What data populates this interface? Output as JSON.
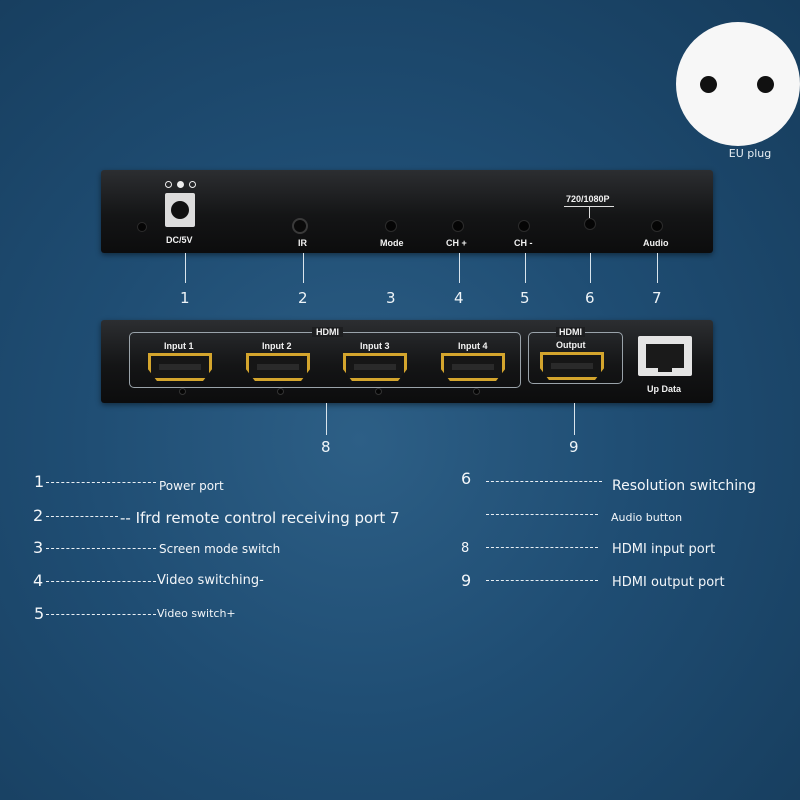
{
  "plug": {
    "label": "EU plug"
  },
  "front_panel": {
    "labels": {
      "dc": "DC/5V",
      "ir": "IR",
      "mode": "Mode",
      "ch_plus": "CH +",
      "ch_minus": "CH -",
      "resolution": "720/1080P",
      "audio": "Audio"
    },
    "numbers": [
      "1",
      "2",
      "3",
      "4",
      "5",
      "6",
      "7"
    ]
  },
  "rear_panel": {
    "hdmi_group_label": "HDMI",
    "inputs": [
      "Input 1",
      "Input 2",
      "Input 3",
      "Input 4"
    ],
    "output_group_label": "HDMI",
    "output_label": "Output",
    "updata_label": "Up Data",
    "numbers": [
      "8",
      "9"
    ]
  },
  "legend_left": [
    {
      "num": "1",
      "text": "Power port"
    },
    {
      "num": "2",
      "text": "-- Ifrd remote control receiving port 7"
    },
    {
      "num": "3",
      "text": "Screen mode switch"
    },
    {
      "num": "4",
      "text": "Video switching-"
    },
    {
      "num": "5",
      "text": "Video switch+"
    }
  ],
  "legend_right": [
    {
      "num": "6",
      "text": "Resolution switching"
    },
    {
      "num": "",
      "text": "Audio button"
    },
    {
      "num": "8",
      "text": "HDMI input port"
    },
    {
      "num": "9",
      "text": "HDMI output port"
    }
  ]
}
